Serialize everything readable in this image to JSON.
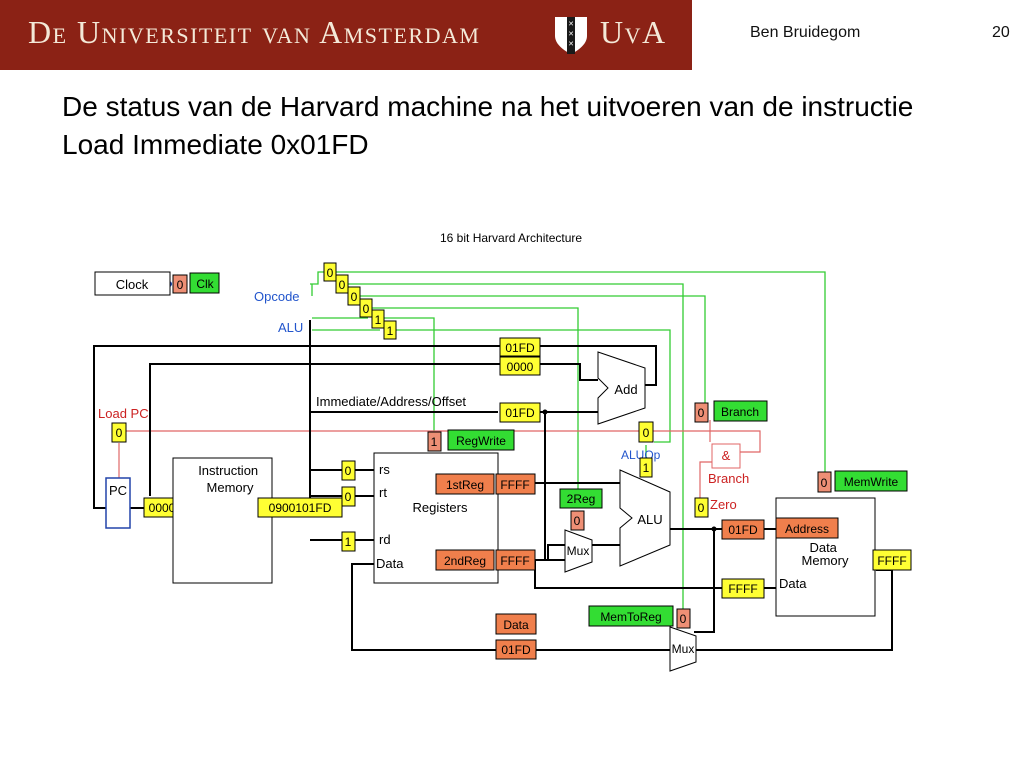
{
  "header": {
    "banner_left": "De Universiteit van Amsterdam",
    "banner_right": "UvA",
    "crest_icon": "uva-crest-icon",
    "banner_color": "#8b2215",
    "author": "Ben Bruidegom",
    "page_number": "20"
  },
  "slide": {
    "title": "De status van de Harvard machine na het uitvoeren van de instructie Load Immediate 0x01FD"
  },
  "diagram": {
    "title": "16 bit Harvard Architecture",
    "labels": {
      "clock": "Clock",
      "opcode": "Opcode",
      "alu": "ALU",
      "load_pc": "Load PC",
      "pc": "PC",
      "instruction_memory": "Instruction Memory",
      "immediate": "Immediate/Address/Offset",
      "add": "Add",
      "registers": "Registers",
      "rs": "rs",
      "rt": "rt",
      "rd": "rd",
      "data_port": "Data",
      "alu_unit": "ALU",
      "aluop": "ALUOp",
      "mux1": "Mux",
      "mux2": "Mux",
      "and_gate": "&",
      "branch_gate": "Branch",
      "zero": "Zero",
      "data_memory": "Data Memory",
      "dm_data": "Data"
    },
    "signals": {
      "clk_val": "0",
      "clk": "Clk",
      "op_bits": [
        "0",
        "0",
        "0",
        "0",
        "1",
        "1"
      ],
      "load_pc_val": "0",
      "pc_val": "0000",
      "instr_val": "0900101FD",
      "add_in1": "01FD",
      "add_in2": "0000",
      "imm_val": "01FD",
      "regwrite_val": "1",
      "regwrite": "RegWrite",
      "rs_val": "0",
      "rt_val": "0",
      "rd_val": "1",
      "firstreg": "1stReg",
      "firstreg_val": "FFFF",
      "secondreg": "2ndReg",
      "secondreg_val": "FFFF",
      "tworeg": "2Reg",
      "tworeg_val": "0",
      "aluop_val": "0",
      "aluop_bit": "1",
      "branch_val": "0",
      "branch": "Branch",
      "zero_val": "0",
      "alu_out": "01FD",
      "memwrite_val": "0",
      "memwrite": "MemWrite",
      "address": "Address",
      "dm_out": "FFFF",
      "dm_data_in": "FFFF",
      "memtoreg": "MemToReg",
      "memtoreg_val": "0",
      "data_label": "Data",
      "data_val": "01FD"
    },
    "colors": {
      "wire": "#000000",
      "green_wire": "#33cc33",
      "red_wire": "#e06666",
      "blue_label": "#2255cc",
      "red_label": "#cc2222",
      "yellow_box": "#ffff33",
      "orange_box": "#f07f4c",
      "green_box": "#33dd33",
      "salmon_box": "#ee8f75"
    }
  }
}
